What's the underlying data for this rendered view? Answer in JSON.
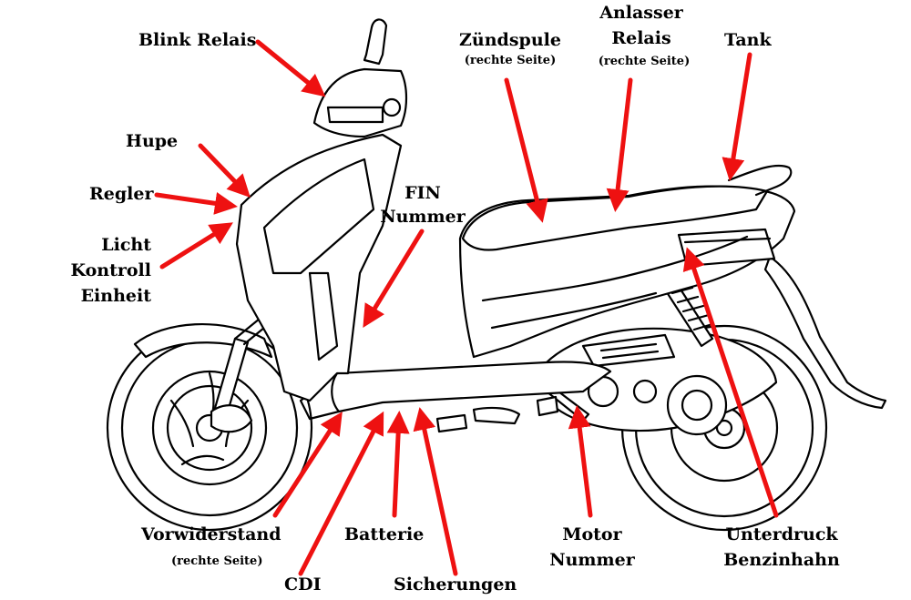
{
  "labels": {
    "blink_relais": "Blink Relais",
    "zuendspule": "Zündspule",
    "zuendspule_note": "(rechte Seite)",
    "anlasser_1": "Anlasser",
    "anlasser_2": "Relais",
    "anlasser_note": "(rechte Seite)",
    "tank": "Tank",
    "hupe": "Hupe",
    "regler": "Regler",
    "licht_1": "Licht",
    "licht_2": "Kontroll",
    "licht_3": "Einheit",
    "fin_1": "FIN",
    "fin_2": "Nummer",
    "vorwiderstand": "Vorwiderstand",
    "vorwiderstand_note": "(rechte Seite)",
    "cdi": "CDI",
    "batterie": "Batterie",
    "sicherungen": "Sicherungen",
    "motor_1": "Motor",
    "motor_2": "Nummer",
    "unterdruck_1": "Unterdruck",
    "unterdruck_2": "Benzinhahn"
  },
  "colors": {
    "arrow": "#ee1111",
    "line": "#000000",
    "background": "#ffffff"
  }
}
